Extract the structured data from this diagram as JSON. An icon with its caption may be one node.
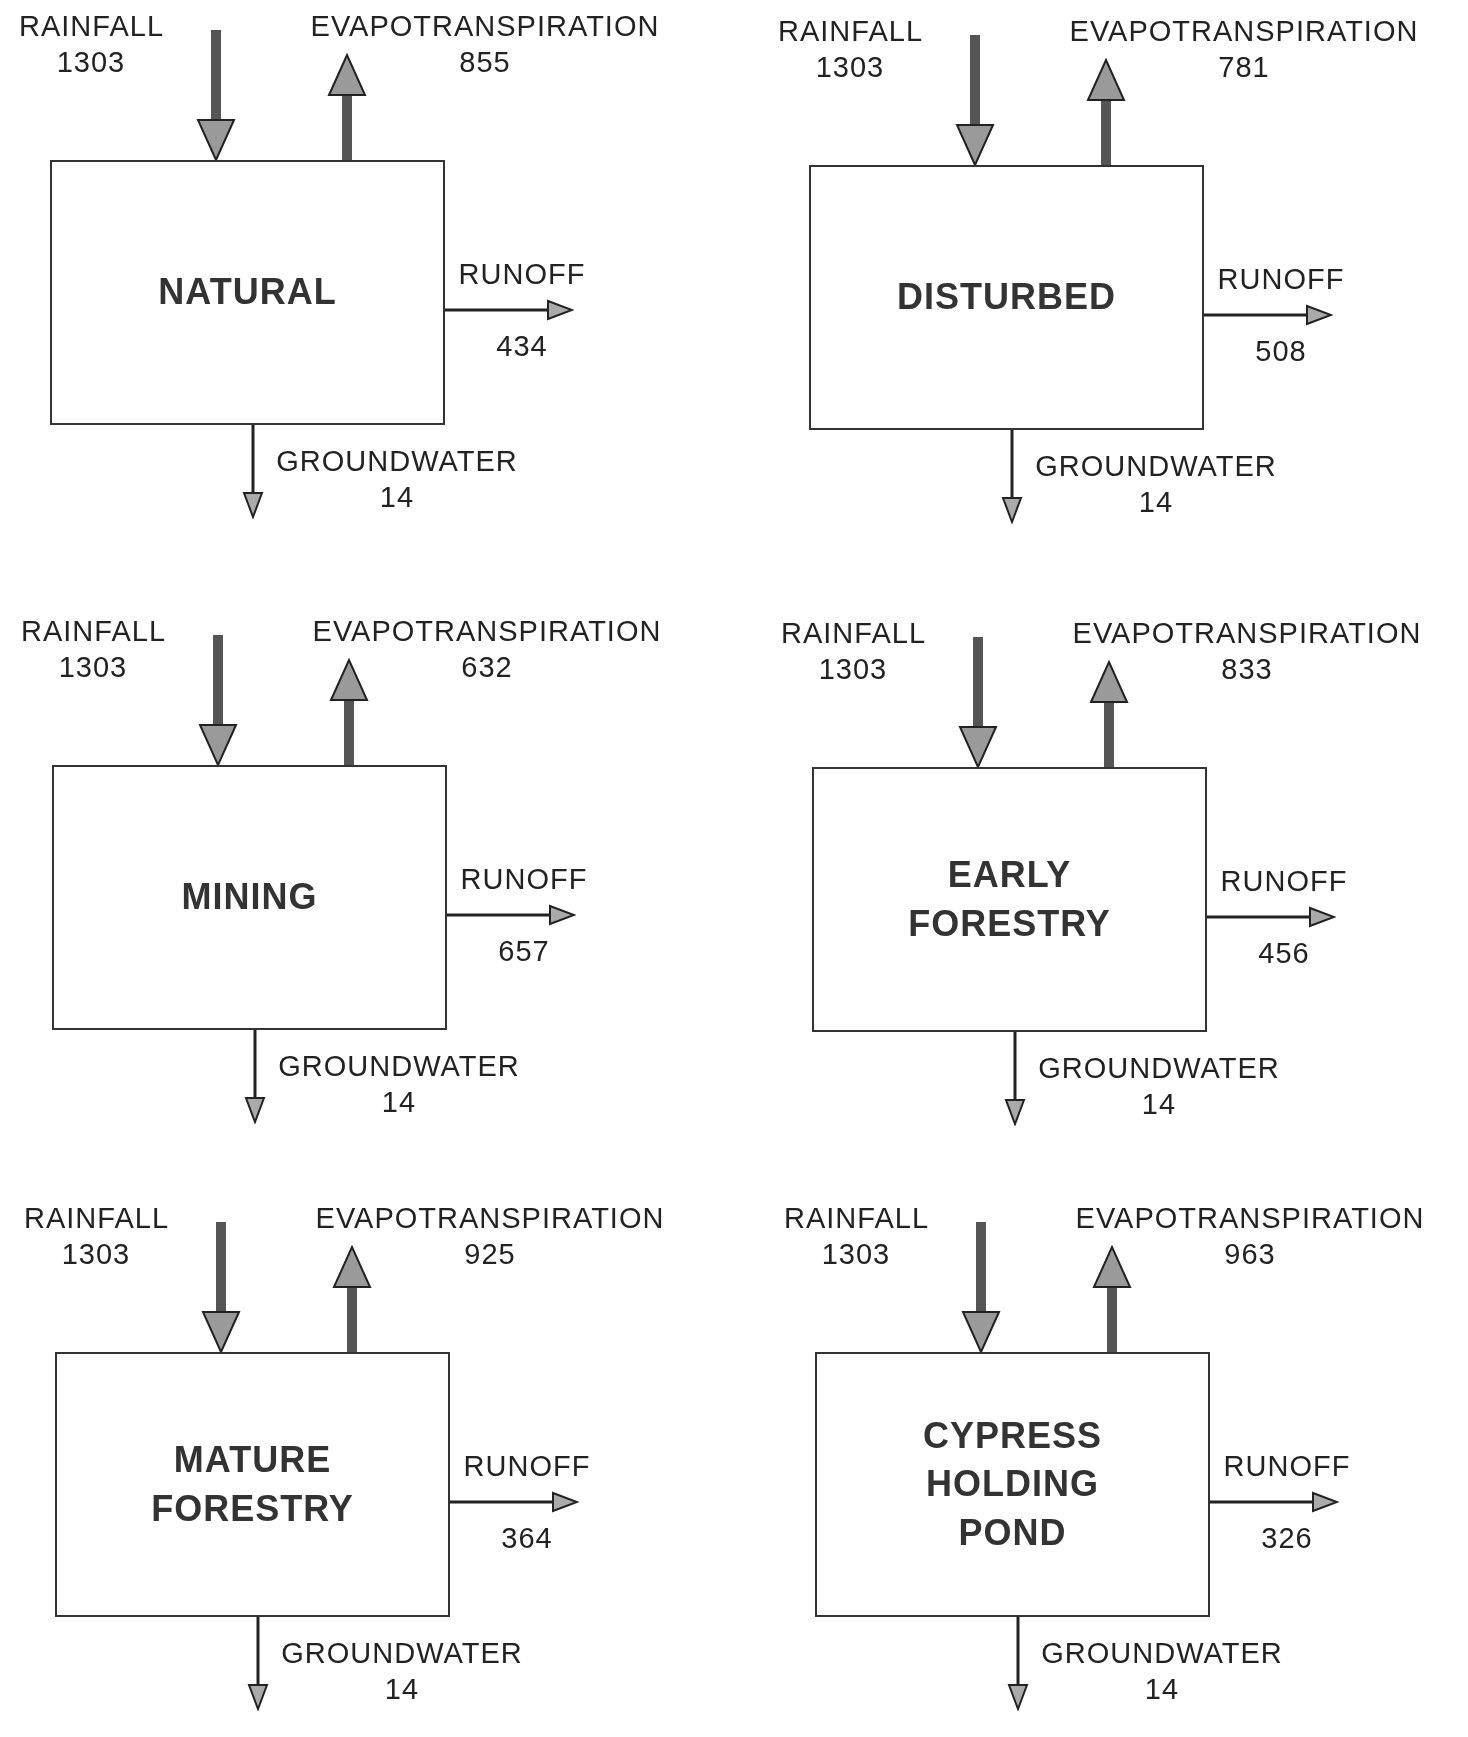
{
  "diagram": {
    "nodes": [
      {
        "text": [
          "NATURAL"
        ]
      },
      {
        "text": [
          "DISTURBED"
        ]
      },
      {
        "text": [
          "MINING"
        ]
      },
      {
        "text": [
          "EARLY FORESTRY"
        ]
      },
      {
        "text": [
          "MATURE FORESTRY"
        ]
      },
      {
        "text": [
          "CYPRESS HOLDING POND"
        ]
      }
    ],
    "edges": [
      {
        "from": null,
        "to": 0,
        "arrow": "to",
        "label": "RAINFALL 1303",
        "style": "thick"
      },
      {
        "from": 0,
        "to": null,
        "arrow": "to",
        "label": "EVAPOTRANSPIRATION 855",
        "style": "thick"
      },
      {
        "from": 0,
        "to": null,
        "arrow": "to",
        "label": "RUNOFF 434"
      },
      {
        "from": 0,
        "to": null,
        "arrow": "to",
        "label": "GROUNDWATER 14"
      },
      {
        "from": null,
        "to": 1,
        "arrow": "to",
        "label": "RAINFALL 1303",
        "style": "thick"
      },
      {
        "from": 1,
        "to": null,
        "arrow": "to",
        "label": "EVAPOTRANSPIRATION 781",
        "style": "thick"
      },
      {
        "from": 1,
        "to": null,
        "arrow": "to",
        "label": "RUNOFF 508"
      },
      {
        "from": 1,
        "to": null,
        "arrow": "to",
        "label": "GROUNDWATER 14"
      },
      {
        "from": null,
        "to": 2,
        "arrow": "to",
        "label": "RAINFALL 1303",
        "style": "thick"
      },
      {
        "from": 2,
        "to": null,
        "arrow": "to",
        "label": "EVAPOTRANSPIRATION 632",
        "style": "thick"
      },
      {
        "from": 2,
        "to": null,
        "arrow": "to",
        "label": "RUNOFF 657"
      },
      {
        "from": 2,
        "to": null,
        "arrow": "to",
        "label": "GROUNDWATER 14"
      },
      {
        "from": null,
        "to": 3,
        "arrow": "to",
        "label": "RAINFALL 1303",
        "style": "thick"
      },
      {
        "from": 3,
        "to": null,
        "arrow": "to",
        "label": "EVAPOTRANSPIRATION 833",
        "style": "thick"
      },
      {
        "from": 3,
        "to": null,
        "arrow": "to",
        "label": "RUNOFF 456"
      },
      {
        "from": 3,
        "to": null,
        "arrow": "to",
        "label": "GROUNDWATER 14"
      },
      {
        "from": null,
        "to": 4,
        "arrow": "to",
        "label": "RAINFALL 1303",
        "style": "thick"
      },
      {
        "from": 4,
        "to": null,
        "arrow": "to",
        "label": "EVAPOTRANSPIRATION 925",
        "style": "thick"
      },
      {
        "from": 4,
        "to": null,
        "arrow": "to",
        "label": "RUNOFF 364"
      },
      {
        "from": 4,
        "to": null,
        "arrow": "to",
        "label": "GROUNDWATER 14"
      },
      {
        "from": null,
        "to": 5,
        "arrow": "to",
        "label": "RAINFALL 1303",
        "style": "thick"
      },
      {
        "from": 5,
        "to": null,
        "arrow": "to",
        "label": "EVAPOTRANSPIRATION 963",
        "style": "thick"
      },
      {
        "from": 5,
        "to": null,
        "arrow": "to",
        "label": "RUNOFF 326"
      },
      {
        "from": 5,
        "to": null,
        "arrow": "to",
        "label": "GROUNDWATER 14"
      }
    ]
  }
}
